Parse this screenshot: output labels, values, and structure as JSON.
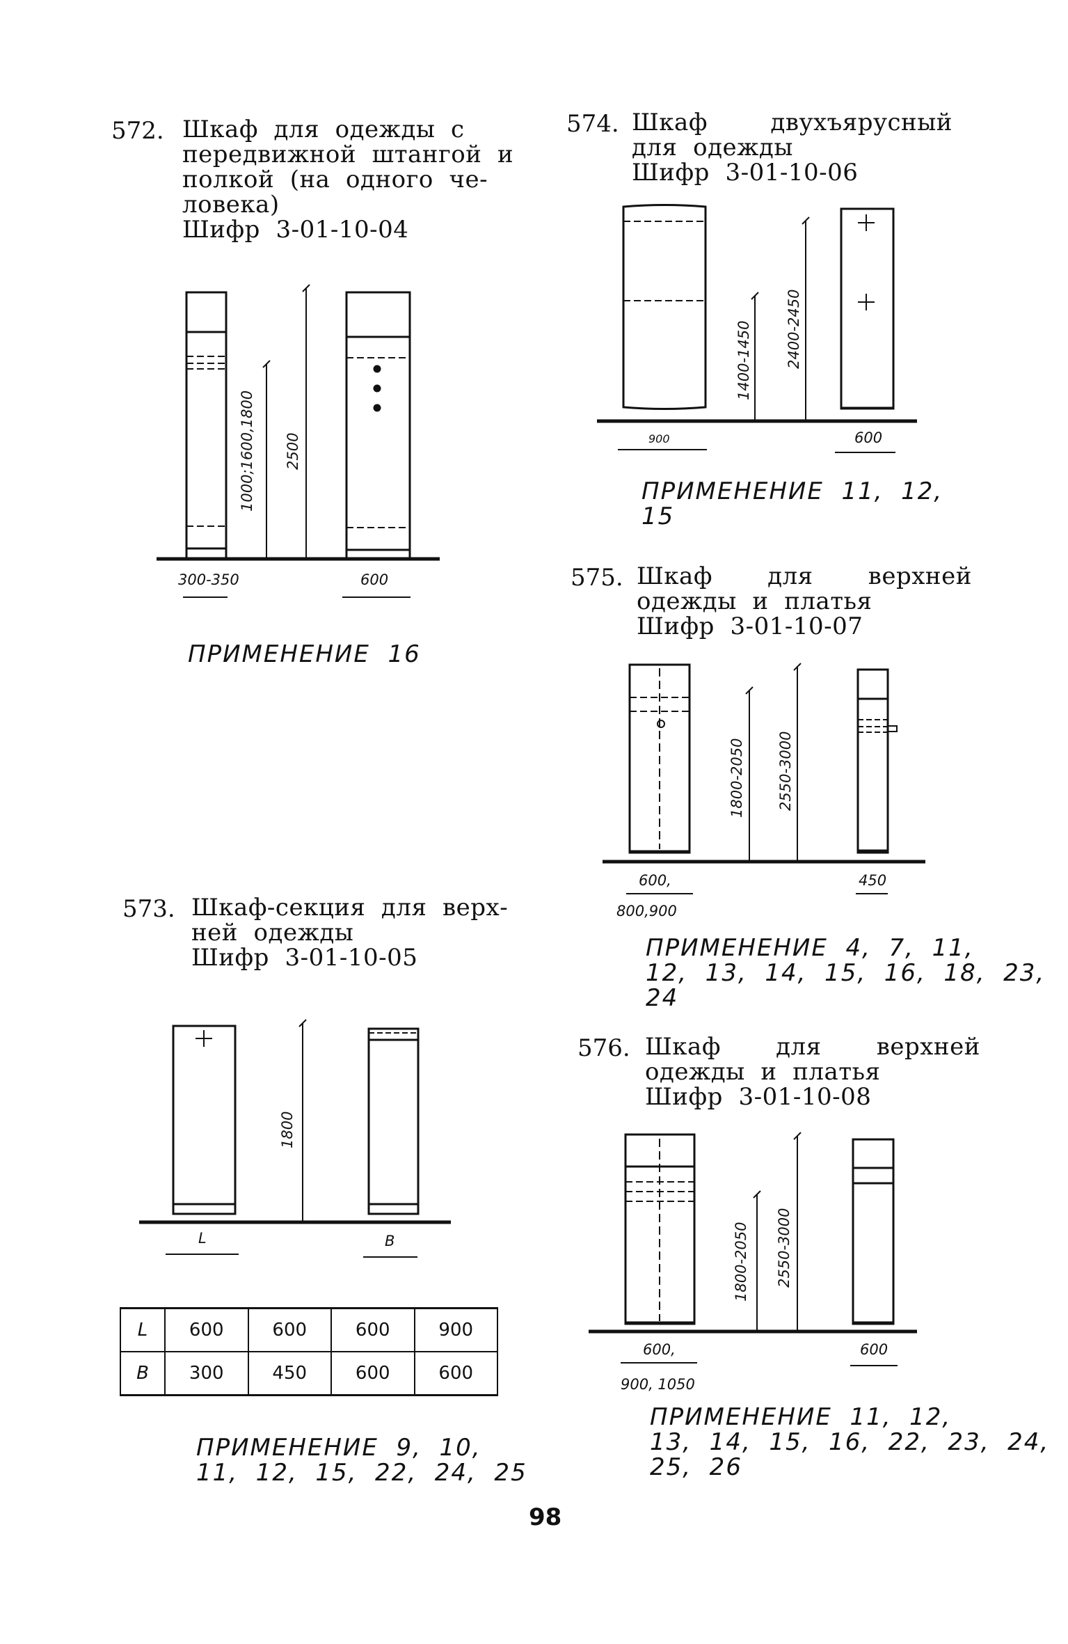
{
  "items": [
    {
      "number": "572.",
      "title_lines": [
        "Шкаф  для  одежды  с",
        "передвижной  штангой  и",
        "полкой  (на  одного  че-",
        "ловека)"
      ],
      "code": "Шифр  3-01-10-04",
      "dims": {
        "height_range": "1000;1600,1800",
        "total_height": "2500",
        "depth": "300-350",
        "width": "600"
      },
      "application": [
        "ПРИМЕНЕНИЕ  16"
      ]
    },
    {
      "number": "573.",
      "title_lines": [
        "Шкаф-секция  для  верх-",
        "ней  одежды"
      ],
      "code": "Шифр  3-01-10-05",
      "dims": {
        "total_height": "1800",
        "length_label": "L",
        "depth_label": "B"
      },
      "table": {
        "rows": [
          {
            "label": "L",
            "values": [
              "600",
              "600",
              "600",
              "900"
            ]
          },
          {
            "label": "B",
            "values": [
              "300",
              "450",
              "600",
              "600"
            ]
          }
        ]
      },
      "application": [
        "ПРИМЕНЕНИЕ  9,  10,",
        "11,  12,  15,  22,  24,  25"
      ]
    },
    {
      "number": "574.",
      "title_lines": [
        "Шкаф        двухъярусный",
        "для  одежды"
      ],
      "code": "Шифр  3-01-10-06",
      "dims": {
        "height_range": "1400-1450",
        "total_height": "2400-2450",
        "width": "900",
        "depth": "600"
      },
      "application": [
        "ПРИМЕНЕНИЕ  11,  12,",
        "15"
      ]
    },
    {
      "number": "575.",
      "title_lines": [
        "Шкаф       для       верхней",
        "одежды  и  платья"
      ],
      "code": "Шифр  3-01-10-07",
      "dims": {
        "height_range": "1800-2050",
        "total_height": "2550-3000",
        "width": "600,",
        "width_alt": "800,900",
        "depth": "450"
      },
      "application": [
        "ПРИМЕНЕНИЕ  4,  7,  11,",
        "12,  13,  14,  15,  16,  18,  23,",
        "24"
      ]
    },
    {
      "number": "576.",
      "title_lines": [
        "Шкаф       для       верхней",
        "одежды  и  платья"
      ],
      "code": "Шифр  3-01-10-08",
      "dims": {
        "height_range": "1800-2050",
        "total_height": "2550-3000",
        "width": "600,",
        "width_alt": "900, 1050",
        "depth": "600"
      },
      "application": [
        "ПРИМЕНЕНИЕ  11,  12,",
        "13,  14,  15,  16,  22,  23,  24,",
        "25,  26"
      ]
    }
  ],
  "page_number": "98"
}
